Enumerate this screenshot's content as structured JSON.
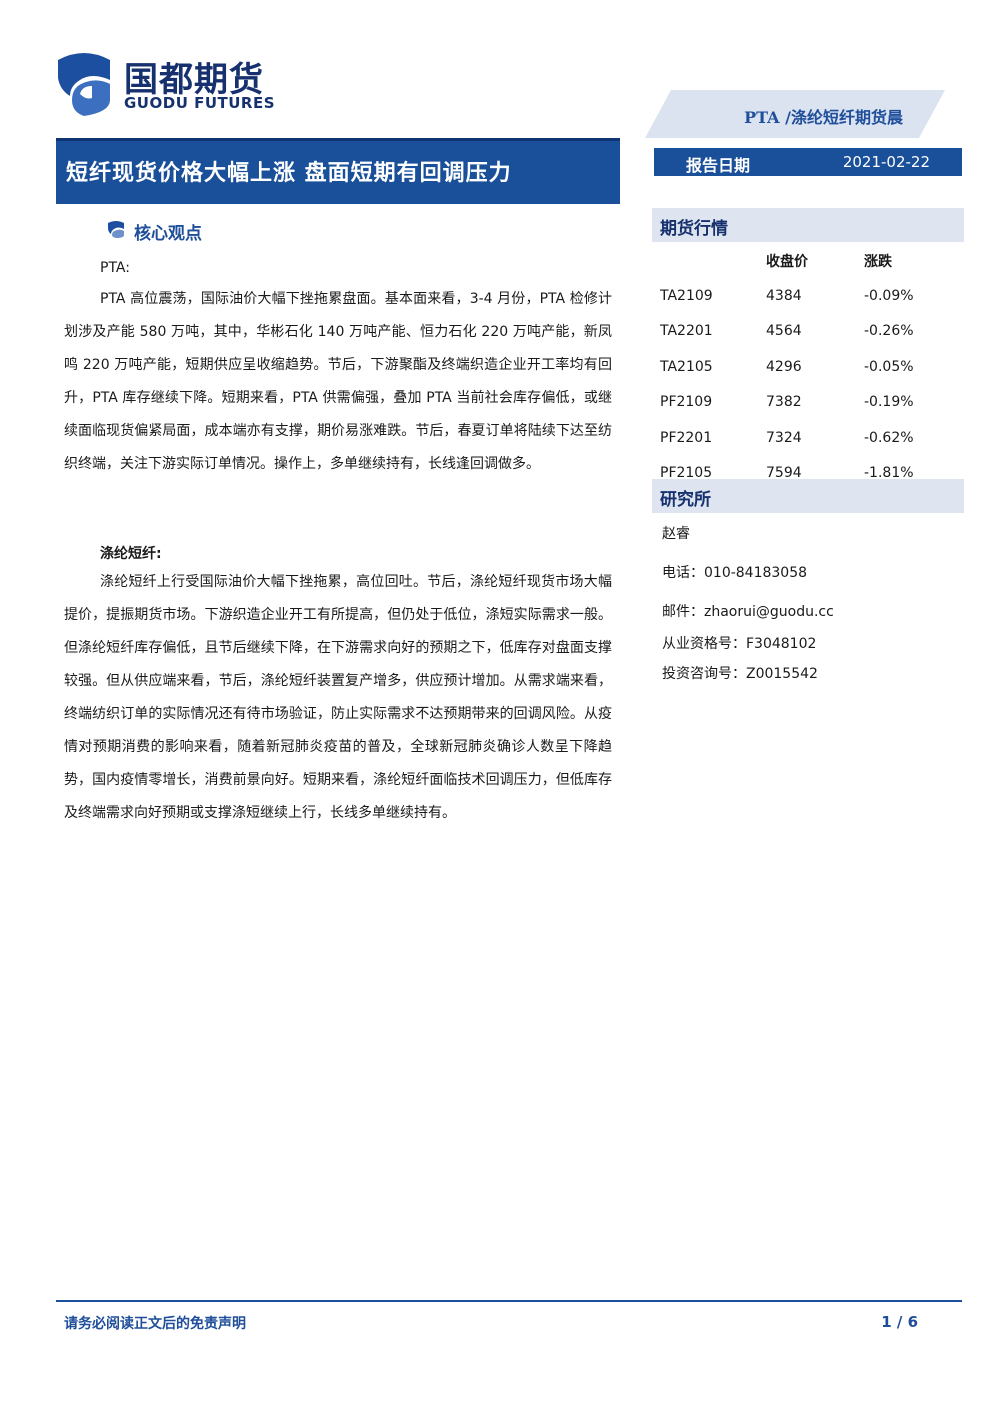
{
  "logo": {
    "cn": "国都期货",
    "en": "GUODU FUTURES"
  },
  "category": "PTA /涤纶短纤期货晨",
  "title": "短纤现货价格大幅上涨 盘面短期有回调压力",
  "report_date": {
    "label": "报告日期",
    "value": "2021-02-22"
  },
  "core": {
    "title": "核心观点",
    "pta_label": "PTA:",
    "pta_text": "PTA 高位震荡，国际油价大幅下挫拖累盘面。基本面来看，3-4 月份，PTA 检修计划涉及产能 580 万吨，其中，华彬石化 140 万吨产能、恒力石化 220 万吨产能，新凤鸣 220 万吨产能，短期供应呈收缩趋势。节后，下游聚酯及终端织造企业开工率均有回升，PTA 库存继续下降。短期来看，PTA 供需偏强，叠加 PTA 当前社会库存偏低，或继续面临现货偏紧局面，成本端亦有支撑，期价易涨难跌。节后，春夏订单将陆续下达至纺织终端，关注下游实际订单情况。操作上，多单继续持有，长线逢回调做多。",
    "psf_label": "涤纶短纤:",
    "psf_text": "涤纶短纤上行受国际油价大幅下挫拖累，高位回吐。节后，涤纶短纤现货市场大幅提价，提振期货市场。下游织造企业开工有所提高，但仍处于低位，涤短实际需求一般。但涤纶短纤库存偏低，且节后继续下降，在下游需求向好的预期之下，低库存对盘面支撑较强。但从供应端来看，节后，涤纶短纤装置复产增多，供应预计增加。从需求端来看，终端纺织订单的实际情况还有待市场验证，防止实际需求不达预期带来的回调风险。从疫情对预期消费的影响来看，随着新冠肺炎疫苗的普及，全球新冠肺炎确诊人数呈下降趋势，国内疫情零增长，消费前景向好。短期来看，涤纶短纤面临技术回调压力，但低库存及终端需求向好预期或支撑涤短继续上行，长线多单继续持有。"
  },
  "market": {
    "title": "期货行情",
    "headers": [
      "",
      "收盘价",
      "涨跌"
    ],
    "rows": [
      [
        "TA2109",
        "4384",
        "-0.09%"
      ],
      [
        "TA2201",
        "4564",
        "-0.26%"
      ],
      [
        "TA2105",
        "4296",
        "-0.05%"
      ],
      [
        "PF2109",
        "7382",
        "-0.19%"
      ],
      [
        "PF2201",
        "7324",
        "-0.62%"
      ],
      [
        "PF2105",
        "7594",
        "-1.81%"
      ]
    ]
  },
  "research": {
    "title": "研究所",
    "name": "赵睿",
    "phone": "电话：010-84183058",
    "email": "邮件：zhaorui@guodu.cc",
    "qualification": "从业资格号：F3048102",
    "consulting": "投资咨询号：Z0015542"
  },
  "footer": {
    "disclaimer": "请务必阅读正文后的免责声明",
    "page": "1 / 6"
  },
  "colors": {
    "brand_dark": "#16316e",
    "brand": "#1a4f99",
    "banner_light": "#dfe5f0"
  }
}
